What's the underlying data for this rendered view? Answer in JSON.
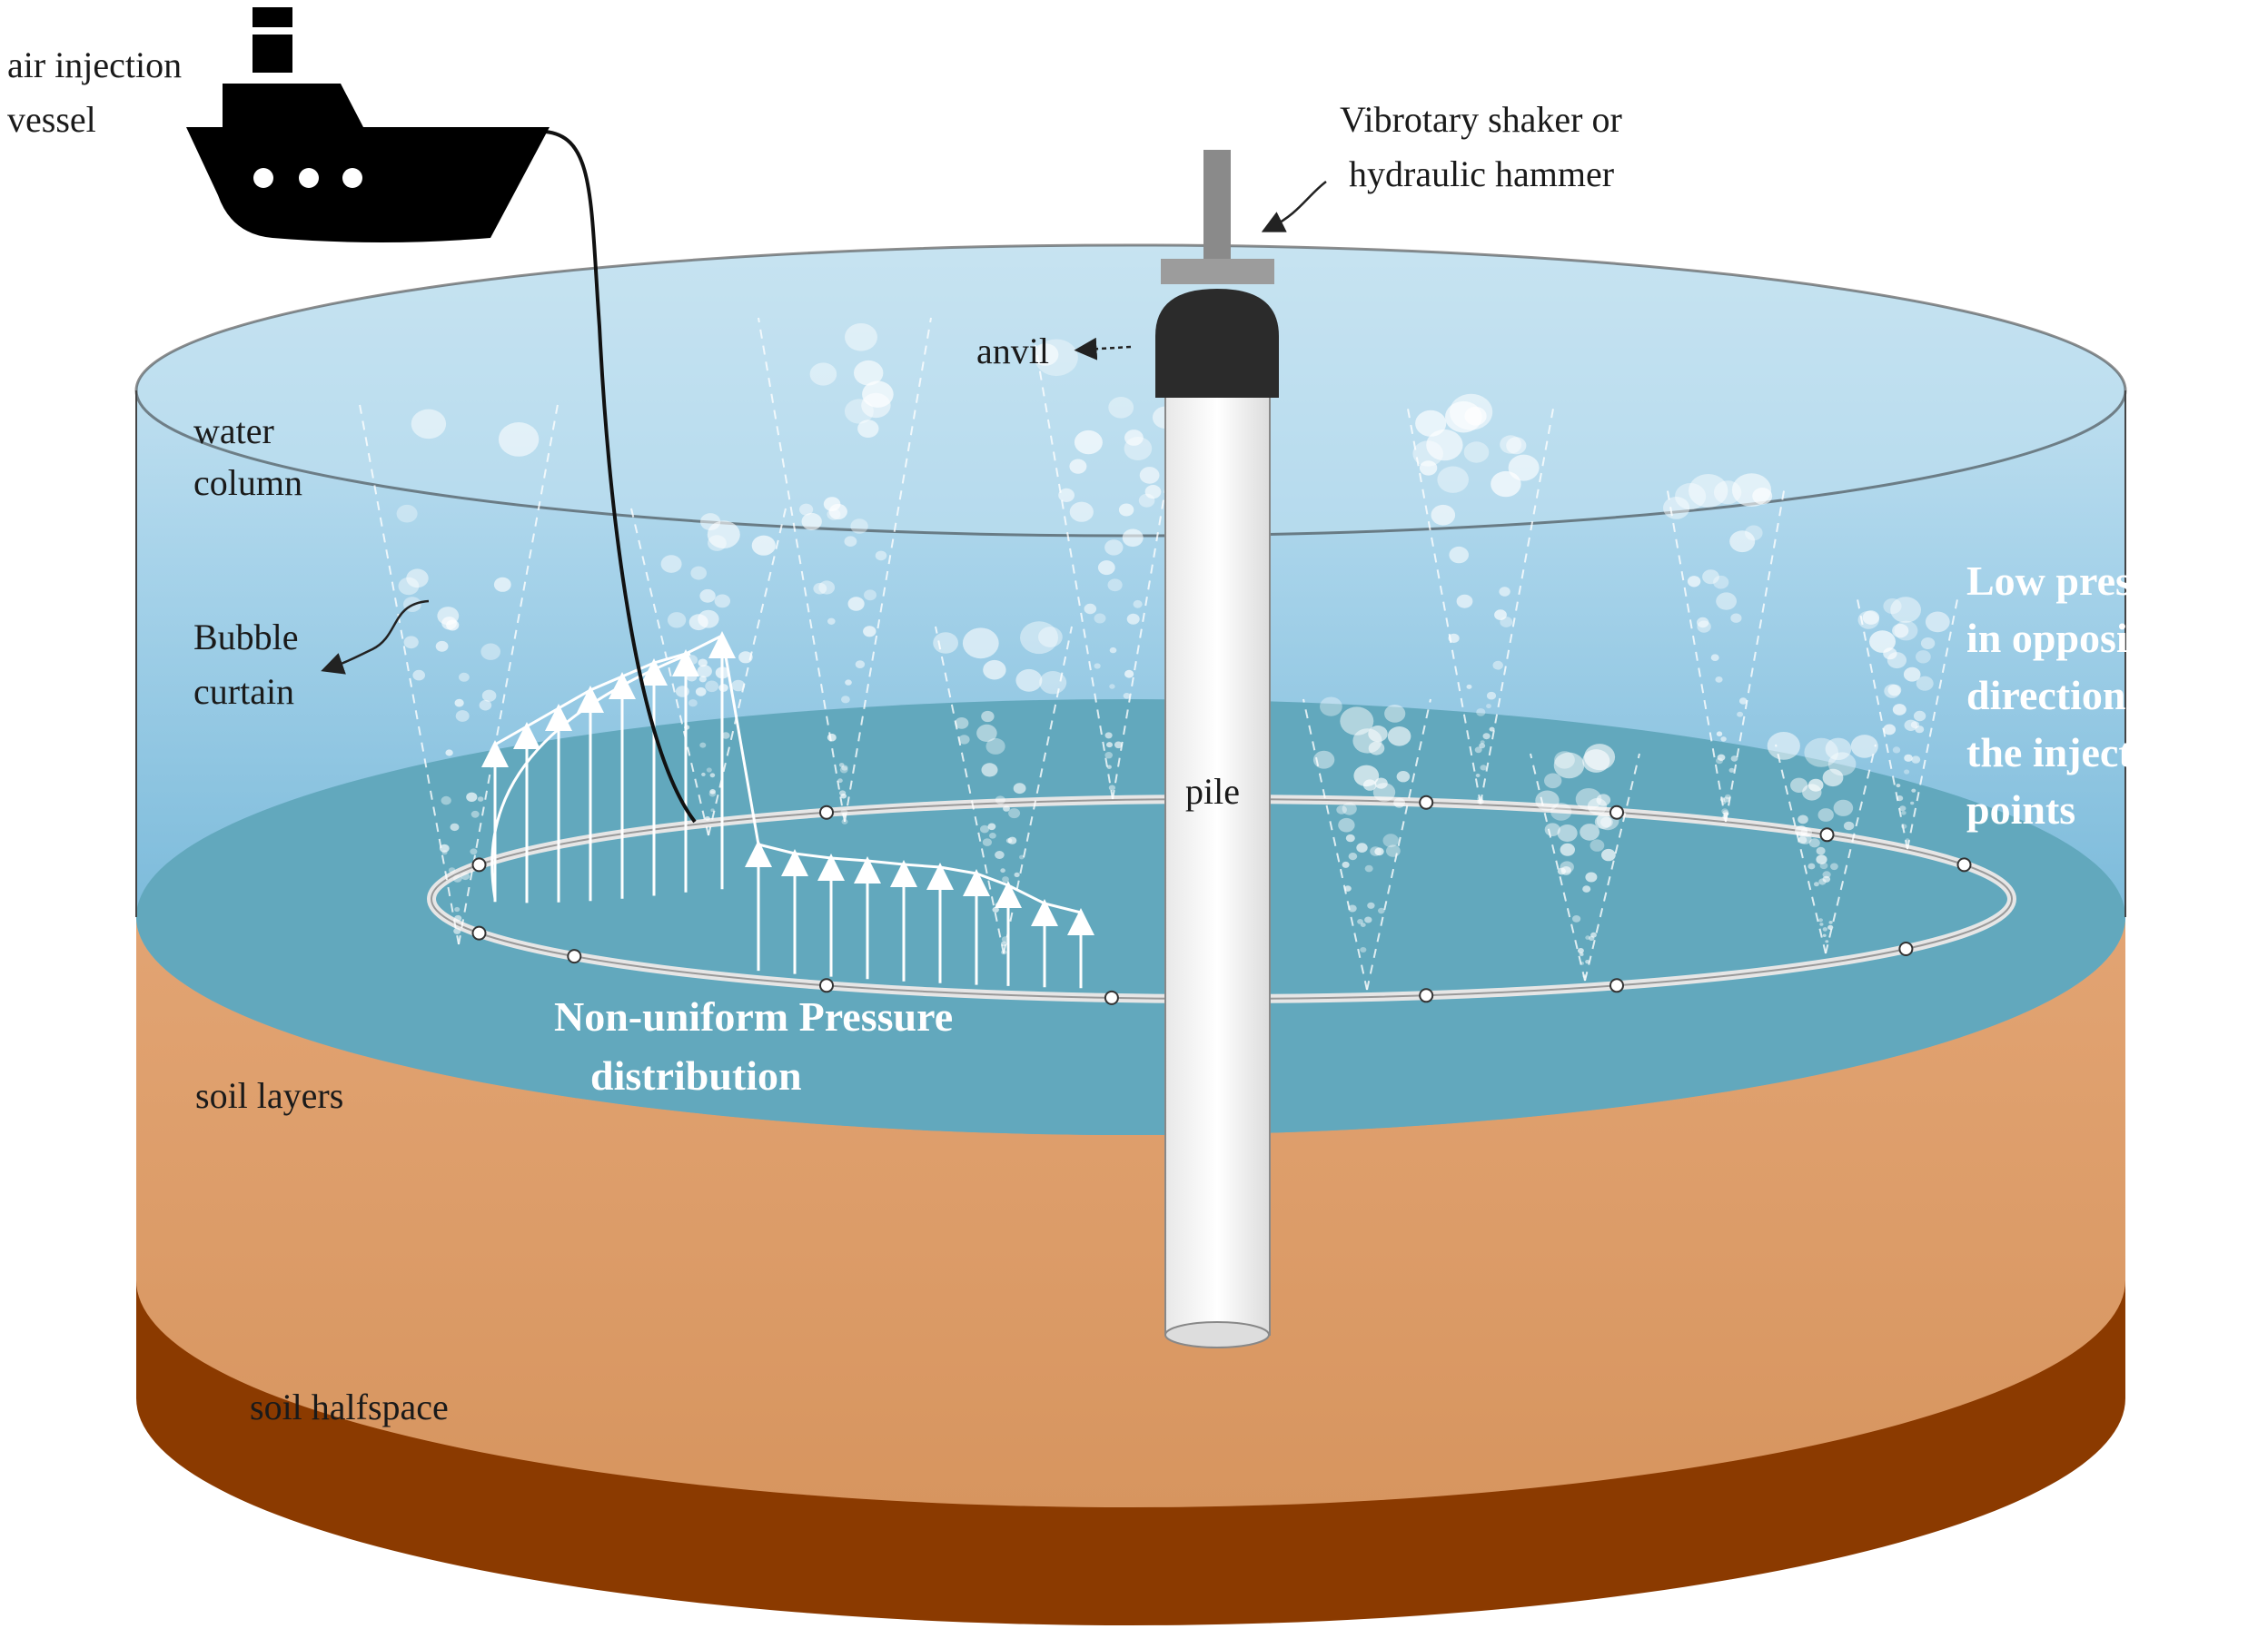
{
  "labels": {
    "vessel_line1": "air injection",
    "vessel_line2": "vessel",
    "shaker_line1": "Vibrotary shaker or",
    "shaker_line2": "hydraulic hammer",
    "anvil": "anvil",
    "water_line1": "water",
    "water_line2": "column",
    "bubble_line1": "Bubble",
    "bubble_line2": "curtain",
    "pile": "pile",
    "low_line1": "Low pressure",
    "low_line2": "in opposite",
    "low_line3": "direction to",
    "low_line4": "the injection",
    "low_line5": "points",
    "nonuniform_line1": "Non-uniform Pressure",
    "nonuniform_line2": "distribution",
    "soil_layers": "soil layers",
    "soil_halfspace": "soil halfspace"
  },
  "colors": {
    "water_top": "#c7e3f1",
    "water_mid": "#8fc6e3",
    "water_bottom": "#4f9fc6",
    "seabed": "#63a7bb",
    "soil_layers": "#dfa071",
    "soil_halfspace": "#8b3a00",
    "pile": "#ffffff",
    "anvil": "#2b2b2b",
    "vessel": "#000000"
  },
  "icons": {
    "vessel": "ship-icon",
    "bubble": "bubble-icon"
  }
}
